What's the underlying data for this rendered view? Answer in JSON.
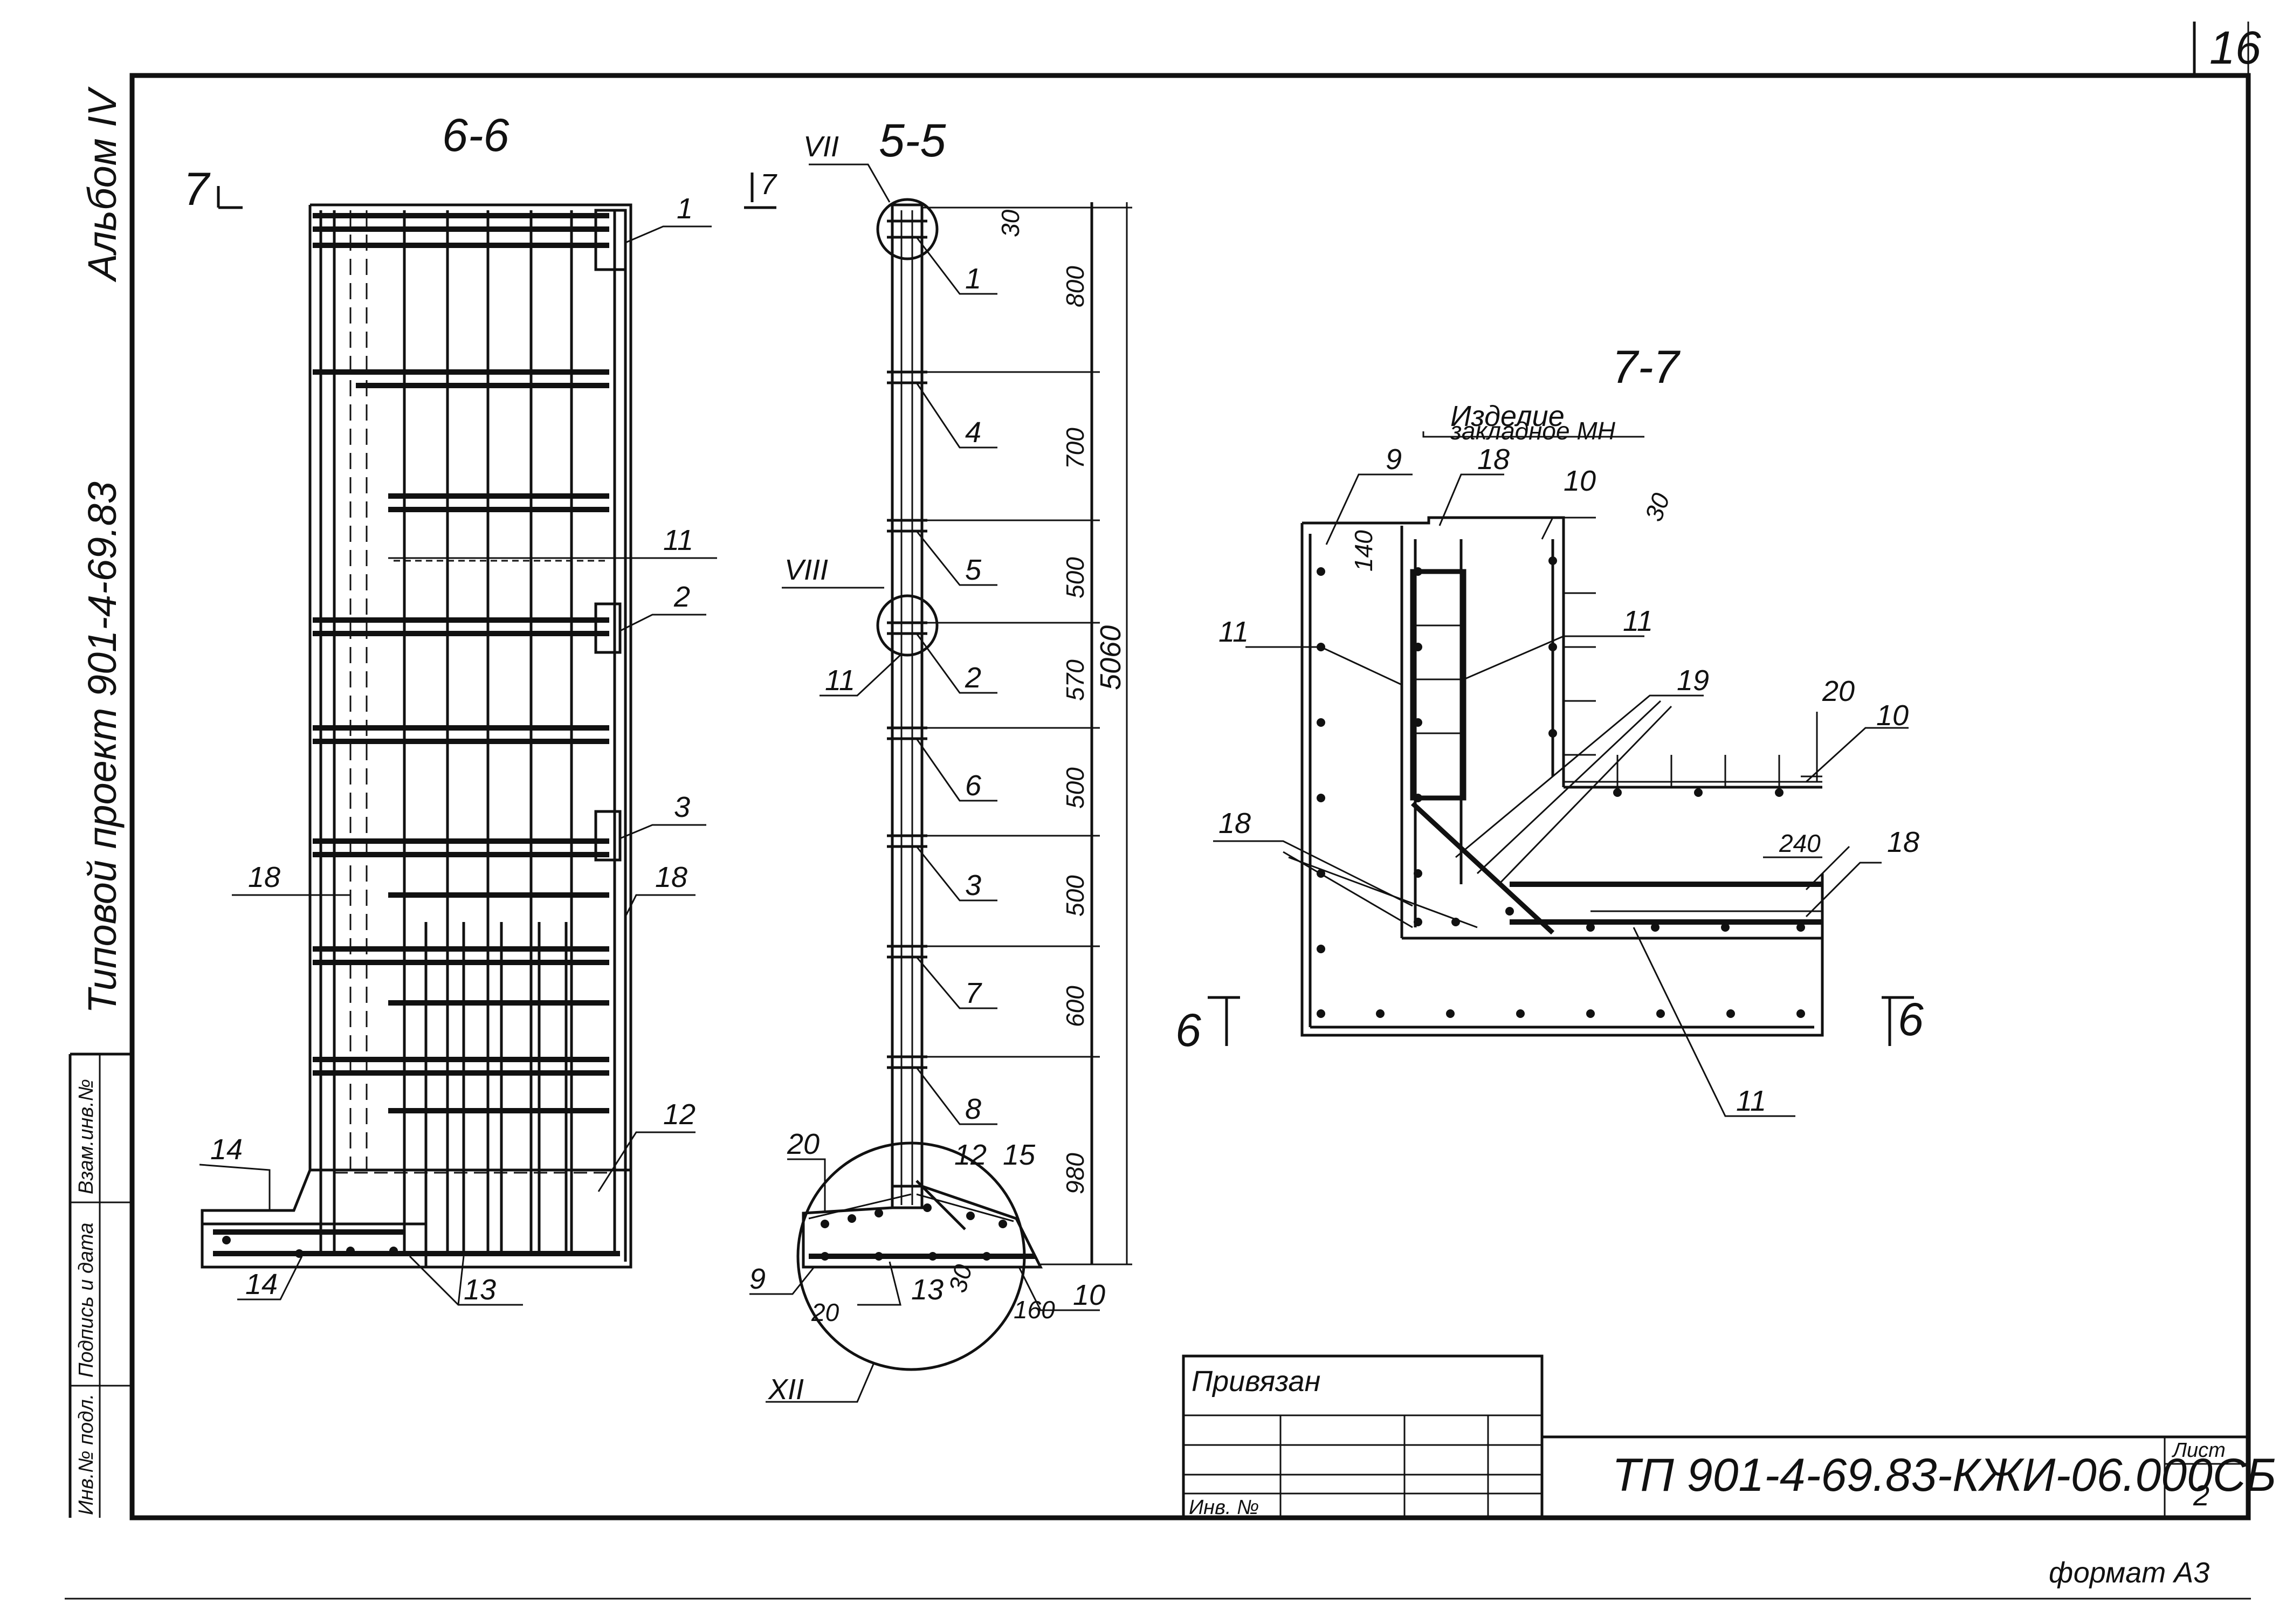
{
  "sheet": {
    "sheet_number_corner": "16",
    "album": "Альбом IV",
    "project": "Типовой проект 901-4-69.83",
    "designation": "ТП 901-4-69.83-КЖИ-06.000СБ",
    "sheet_label": "Лист",
    "sheet_value": "2",
    "format": "формат А3",
    "privyazan": "Привязан",
    "inv_no": "Инв. №",
    "stamp_left": [
      "Инв.№ подл.",
      "Подпись и дата",
      "Взам.инв.№"
    ]
  },
  "section_6_6": {
    "title": "6-6",
    "cut_mark": "7",
    "callouts": [
      "1",
      "11",
      "2",
      "3",
      "18",
      "18",
      "12",
      "14",
      "14",
      "13"
    ]
  },
  "section_5_5": {
    "title": "5-5",
    "node_top": "VII",
    "node_mid": "VIII",
    "node_bottom": "XII",
    "cut_mark": "7",
    "callouts": [
      "1",
      "4",
      "5",
      "2",
      "11",
      "6",
      "3",
      "7",
      "8",
      "20",
      "12",
      "15",
      "9",
      "13",
      "10"
    ],
    "dims": [
      "30",
      "800",
      "700",
      "500",
      "570",
      "500",
      "500",
      "600",
      "980"
    ],
    "total": "5060",
    "bottom_dims": [
      "20",
      "30",
      "160"
    ]
  },
  "section_7_7": {
    "title": "7-7",
    "note_line1": "Изделие",
    "note_line2": "закладное МН",
    "callouts": [
      "9",
      "18",
      "10",
      "11",
      "11",
      "19",
      "20",
      "10",
      "18",
      "18",
      "11"
    ],
    "dims": [
      "30",
      "140",
      "240"
    ],
    "cut_left": "6",
    "cut_right": "6"
  }
}
